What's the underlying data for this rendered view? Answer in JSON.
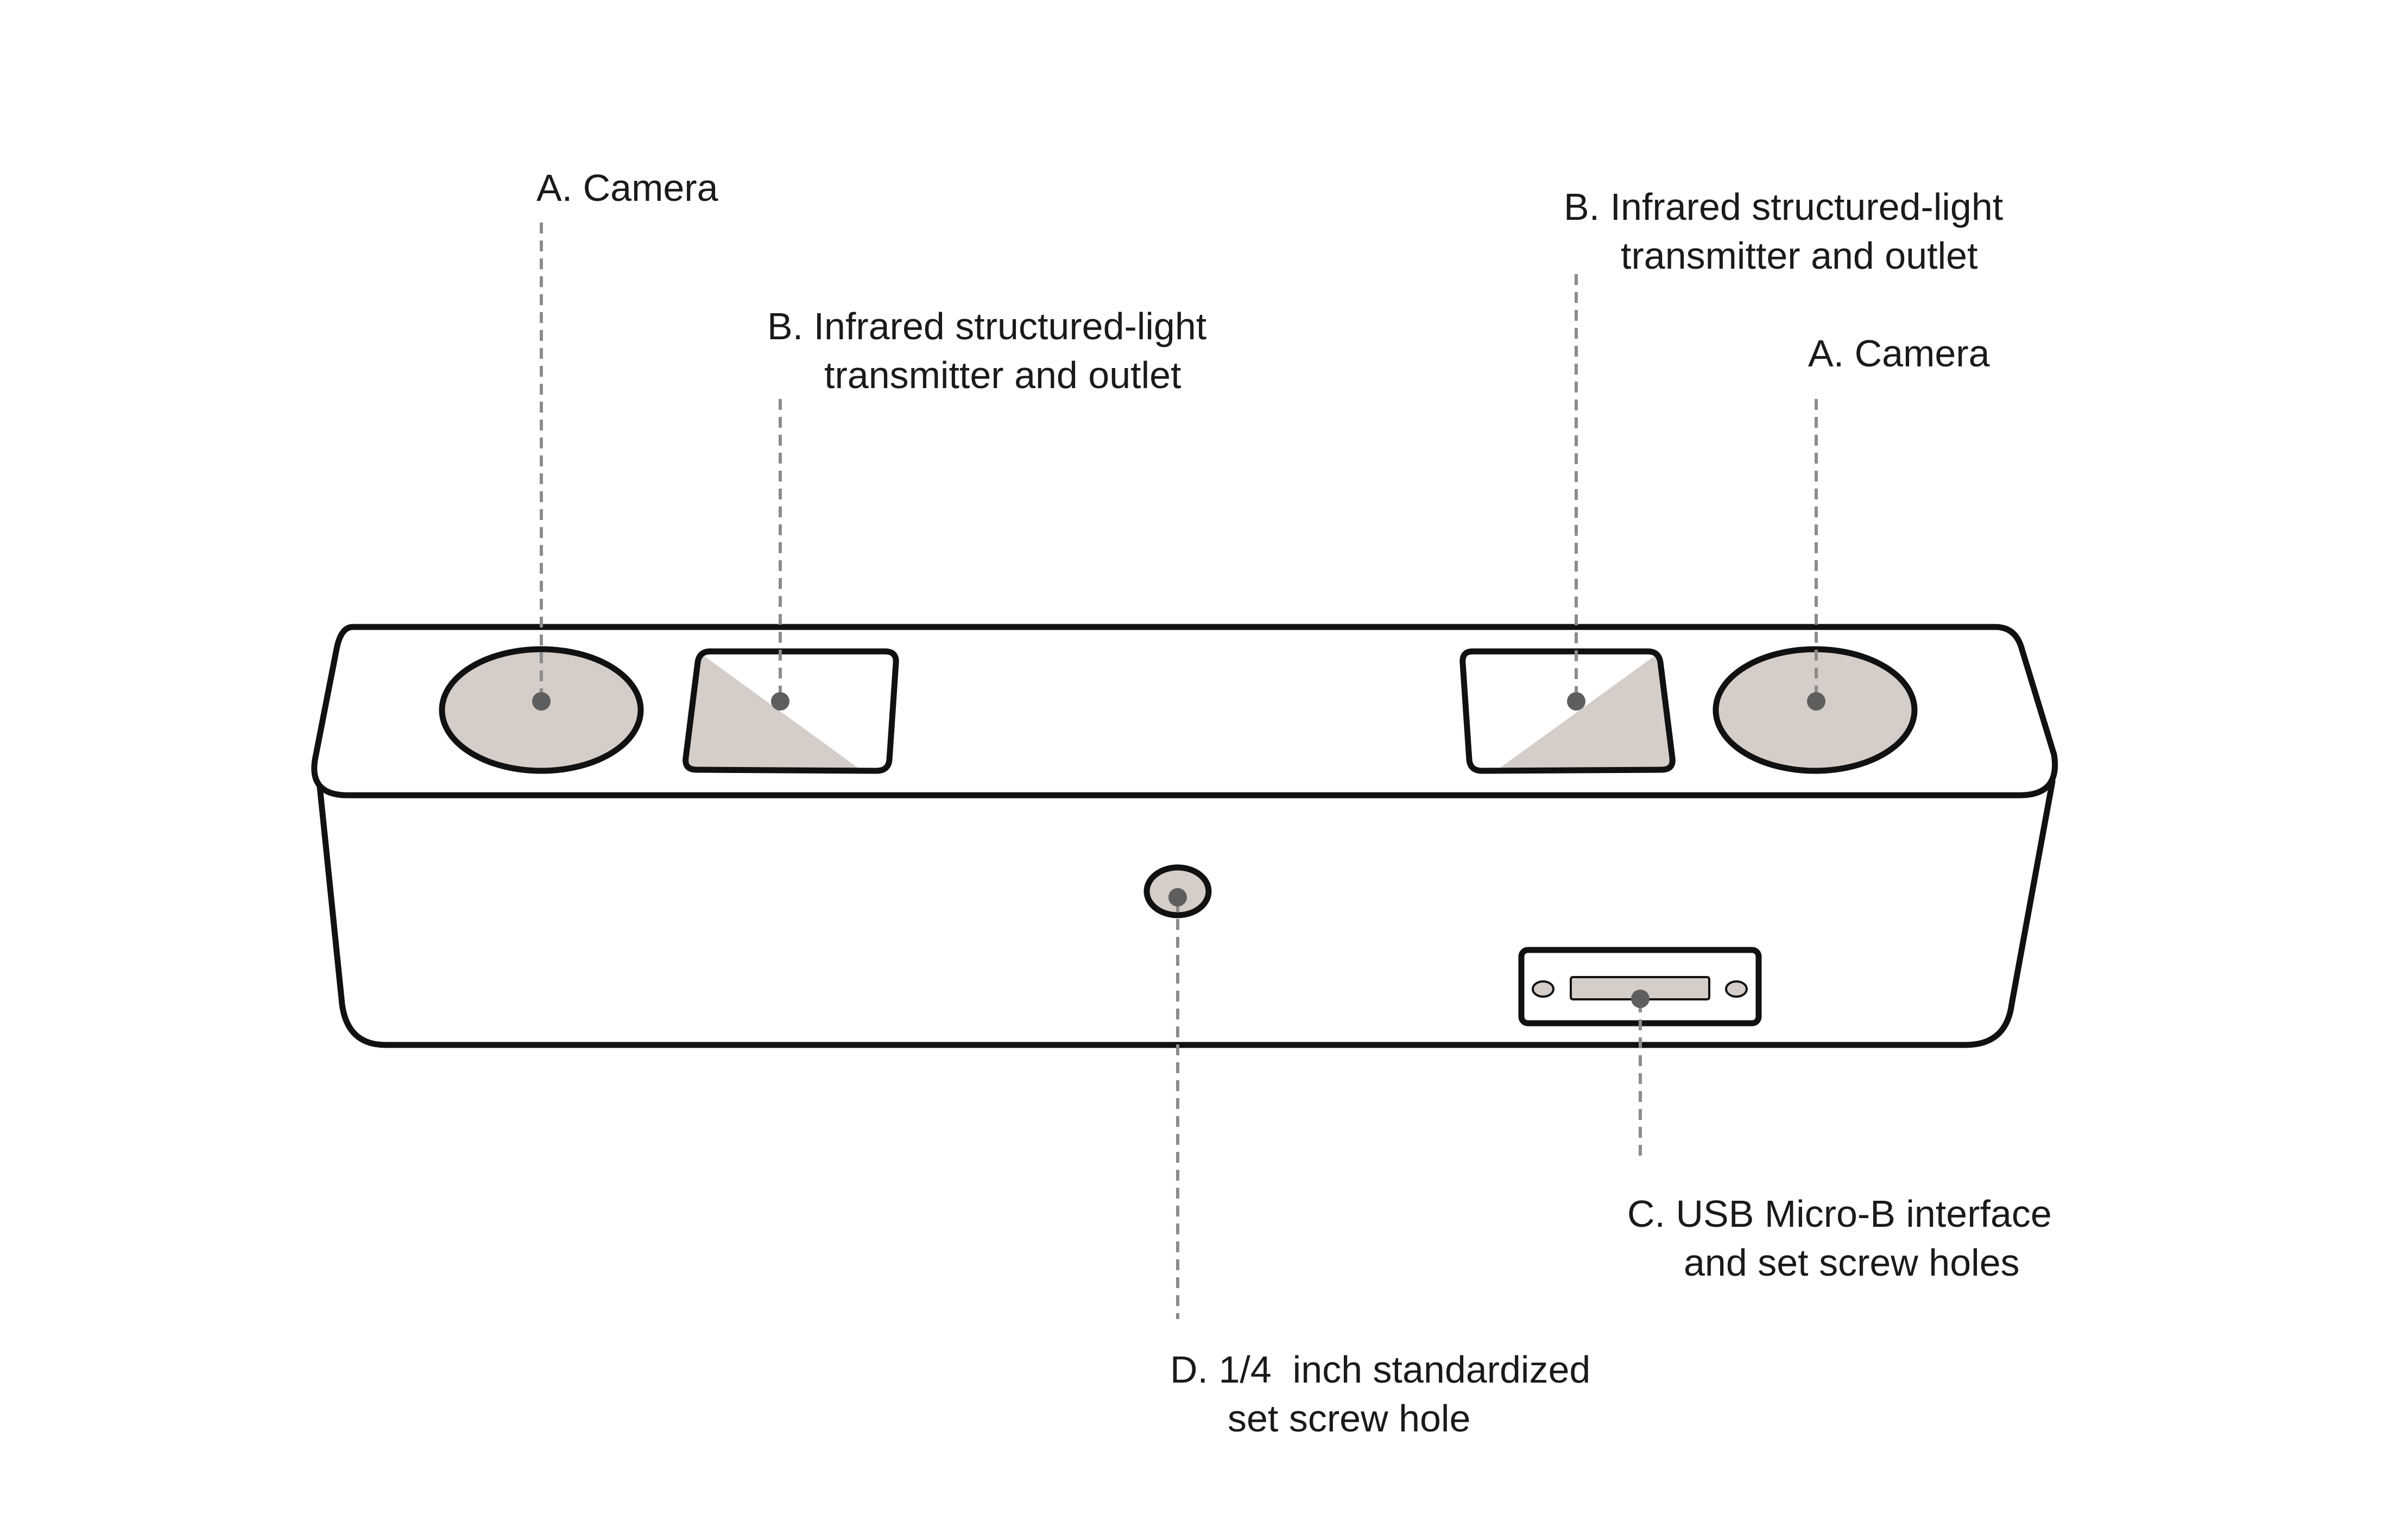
{
  "labels": {
    "camera_left": "A. Camera",
    "ir_left_line1": "B. Infrared structured-light",
    "ir_left_line2": "transmitter and outlet",
    "ir_right_line1": "B. Infrared structured-light",
    "ir_right_line2": "transmitter and outlet",
    "camera_right": "A. Camera",
    "usb_line1": "C. USB Micro-B interface",
    "usb_line2": "and set screw holes",
    "screw_line1": "D. 1/4  inch standardized",
    "screw_line2": "set screw hole"
  },
  "colors": {
    "outline": "#111111",
    "lens_fill": "#d4cdc8",
    "leader": "#8c8c8c",
    "dot": "#5e5e5e",
    "background": "#ffffff"
  }
}
